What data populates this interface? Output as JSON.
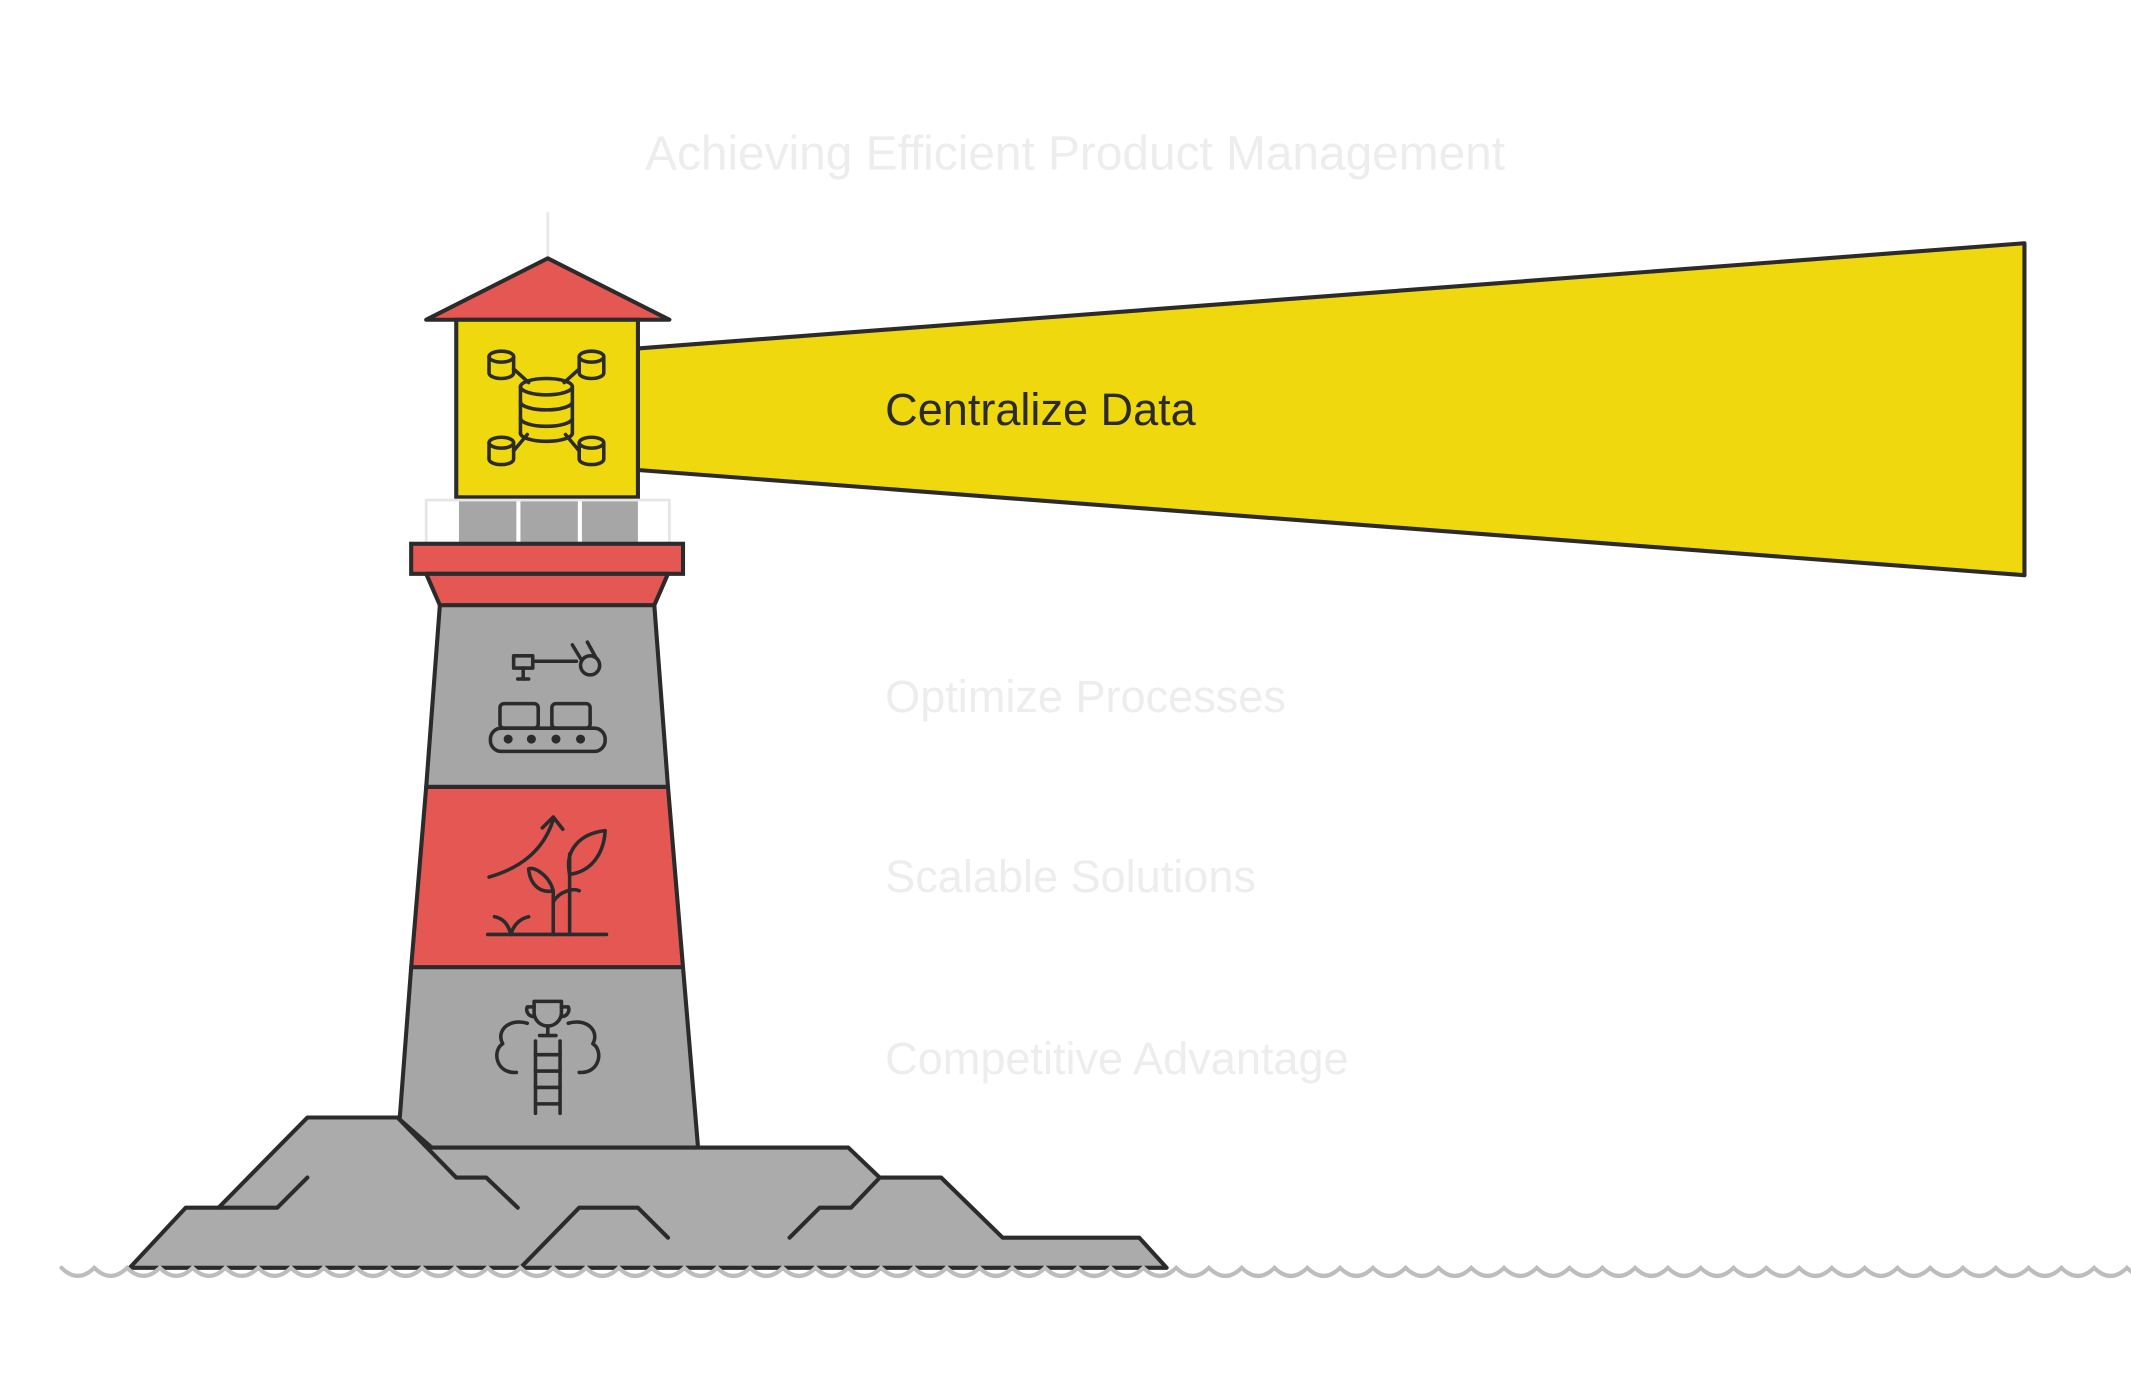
{
  "title": "Achieving Efficient Product Management",
  "stages": [
    {
      "label": "Centralize Data",
      "icon": "database-network-icon",
      "highlighted": true
    },
    {
      "label": "Optimize Processes",
      "icon": "conveyor-robot-arm-icon",
      "highlighted": false
    },
    {
      "label": "Scalable Solutions",
      "icon": "growing-plant-arrow-icon",
      "highlighted": false
    },
    {
      "label": "Competitive Advantage",
      "icon": "trophy-ladder-icon",
      "highlighted": false
    }
  ],
  "colors": {
    "red": "#E55753",
    "yellow": "#F0D80E",
    "gray": "#A6A6A6",
    "rock": "#ABABAB",
    "outline": "#2B2B2B",
    "dark_text": "#2B2B2B",
    "faded_text": "#EDEDED"
  }
}
